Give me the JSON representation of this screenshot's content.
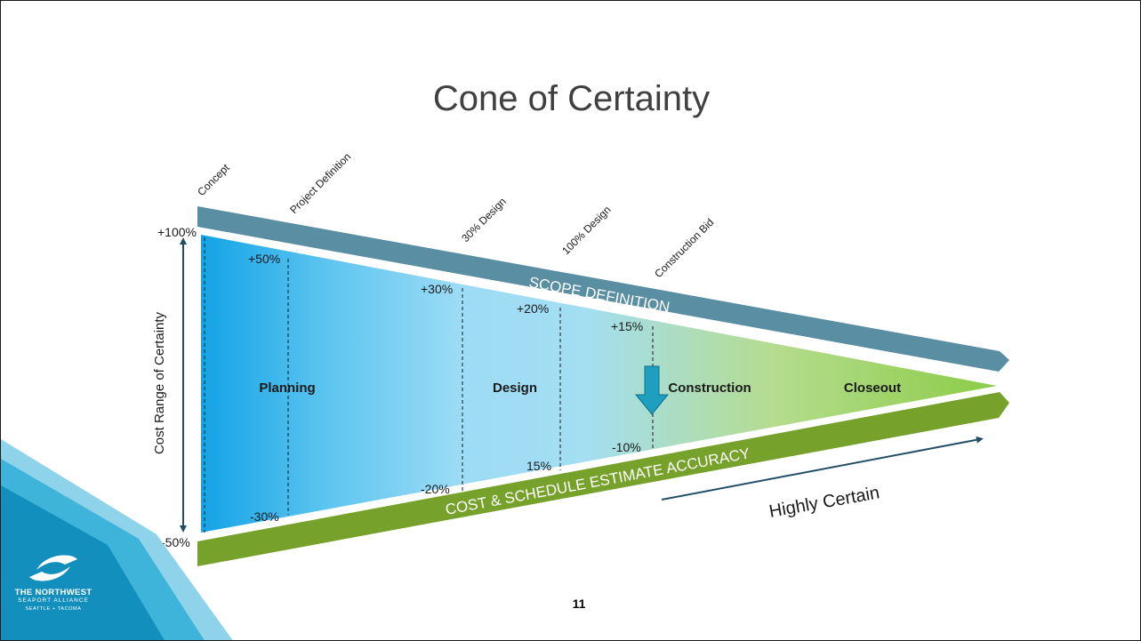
{
  "slide": {
    "title": "Cone of Certainty",
    "page_number": "11"
  },
  "milestones": [
    {
      "label": "Concept"
    },
    {
      "label": "Project Definition"
    },
    {
      "label": "30% Design"
    },
    {
      "label": "100% Design"
    },
    {
      "label": "Construction Bid"
    }
  ],
  "cone": {
    "upper_labels": [
      "+100%",
      "+50%",
      "+30%",
      "+20%",
      "+15%"
    ],
    "lower_labels": [
      "-50%",
      "-30%",
      "-20%",
      "15%",
      "-10%"
    ],
    "phases": [
      "Planning",
      "Design",
      "Construction",
      "Closeout"
    ],
    "y_axis_label": "Cost Range of Certainty",
    "colors": {
      "left": "#12a3e6",
      "mid": "#a3def3",
      "right": "#8ccc47"
    }
  },
  "bands": {
    "scope": {
      "label": "SCOPE DEFINITION",
      "color": "#5a8ea3"
    },
    "accuracy": {
      "label": "COST & SCHEDULE ESTIMATE ACCURACY",
      "color": "#76a22b"
    }
  },
  "trend": {
    "label": "Highly Certain",
    "color": "#1f4e66"
  },
  "logo": {
    "line1": "THE NORTHWEST",
    "line2": "SEAPORT ALLIANCE",
    "line3": "SEATTLE + TACOMA"
  }
}
